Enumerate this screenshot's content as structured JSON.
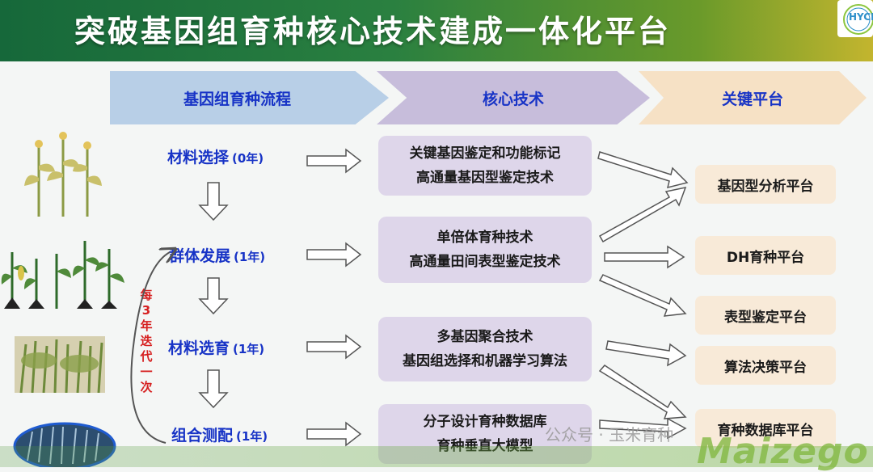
{
  "title": "突破基因组育种核心技术建成一体化平台",
  "logo_text": "HYCB",
  "headers": [
    "基因组育种流程",
    "核心技术",
    "关键平台"
  ],
  "stages": [
    {
      "name": "材料选择",
      "year": "(0年)"
    },
    {
      "name": "群体发展",
      "year": "(1年)"
    },
    {
      "name": "材料选育",
      "year": "(1年)"
    },
    {
      "name": "组合测配",
      "year": "(1年)"
    }
  ],
  "iteration_label": "每3年迭代一次",
  "techs": [
    [
      "关键基因鉴定和功能标记",
      "高通量基因型鉴定技术"
    ],
    [
      "单倍体育种技术",
      "高通量田间表型鉴定技术"
    ],
    [
      "多基因聚合技术",
      "基因组选择和机器学习算法"
    ],
    [
      "分子设计育种数据库",
      "育种垂直大模型"
    ]
  ],
  "platforms": [
    "基因型分析平台",
    "DH育种平台",
    "表型鉴定平台",
    "算法决策平台",
    "育种数据库平台"
  ],
  "watermark": "公众号 · 玉米育种",
  "brand": "Maizego",
  "colors": {
    "banner": "#1e7040",
    "header_text": "#1733c6",
    "iteration": "#d62020"
  }
}
